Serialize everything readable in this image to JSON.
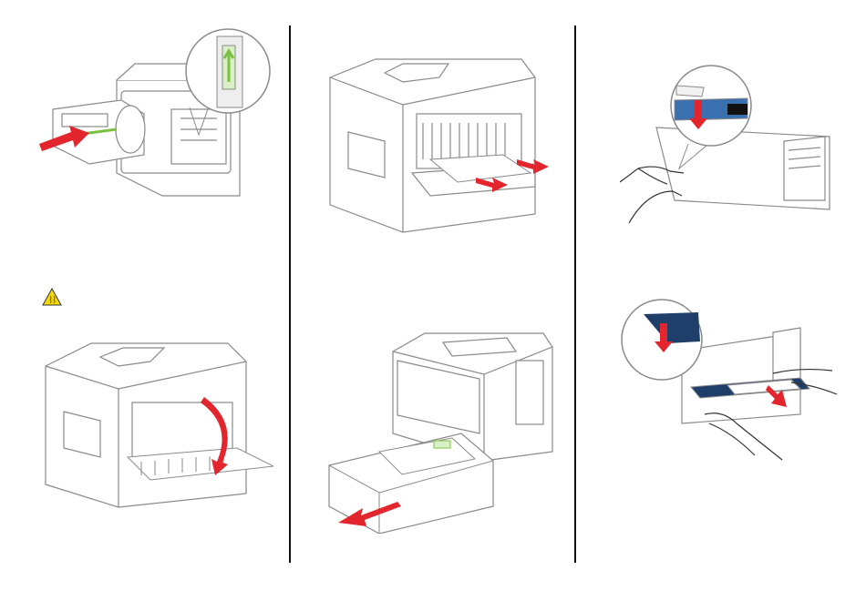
{
  "page": {
    "columns": 3,
    "illustrations": [
      {
        "id": "install-toner-cartridge",
        "icons": [
          "toner-cartridge-icon",
          "push-arrow-icon",
          "magnified-lever-icon"
        ]
      },
      {
        "id": "pull-paper-from-rear",
        "icons": [
          "rear-door-open-icon",
          "paper-sheet-icon",
          "pull-arrow-icon"
        ]
      },
      {
        "id": "press-latch-inside-door",
        "icons": [
          "hand-icon",
          "magnified-latch-icon",
          "down-arrow-icon"
        ]
      },
      {
        "id": "open-rear-door",
        "icons": [
          "caution-hot-surface-icon",
          "rear-door-icon",
          "curved-arrow-icon"
        ]
      },
      {
        "id": "remove-tray",
        "icons": [
          "paper-tray-icon",
          "pull-arrow-icon"
        ]
      },
      {
        "id": "pull-jammed-paper-duplex",
        "icons": [
          "hand-icon",
          "magnified-latch-icon",
          "pull-arrow-icon"
        ]
      }
    ],
    "colors": {
      "arrow": "#e3262e",
      "line": "#8a8a8a",
      "latch": "#3a6fb0",
      "toner-green": "#7ac043",
      "caution": "#f5d90a"
    }
  }
}
